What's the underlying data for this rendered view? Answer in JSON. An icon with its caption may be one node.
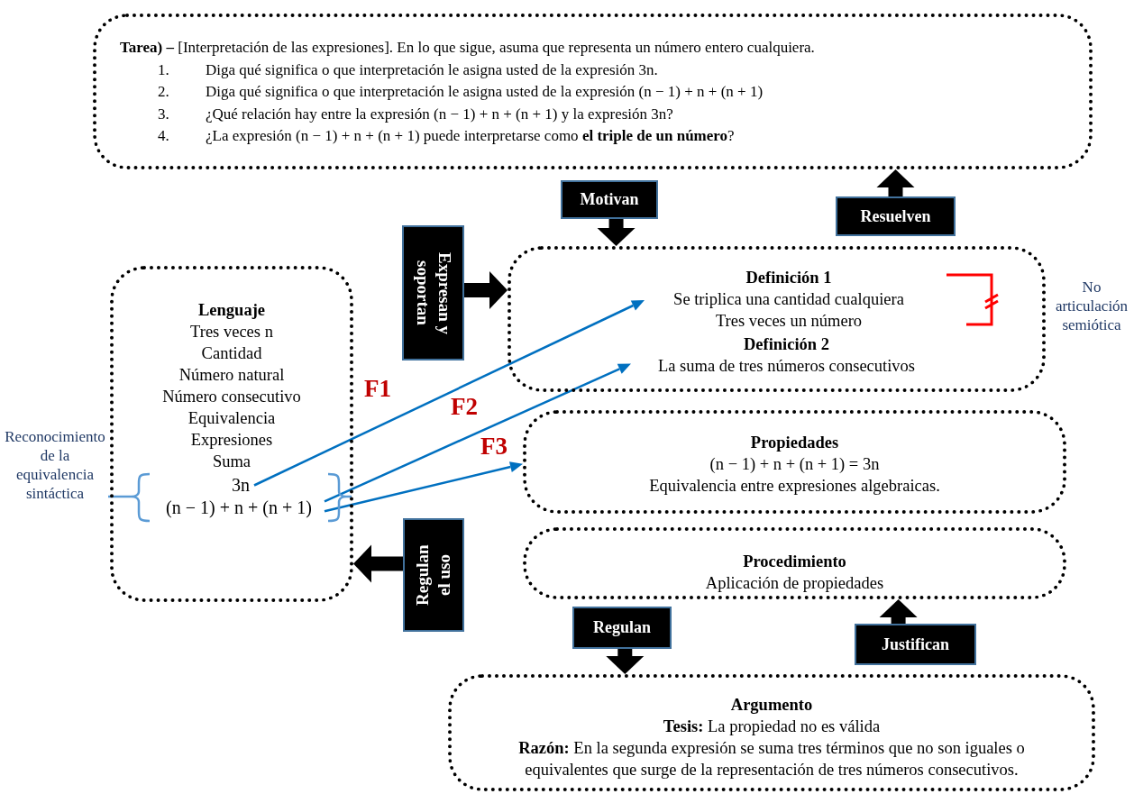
{
  "diagram": {
    "nodes": [
      {
        "text": [
          "**Tarea) –** [Interpretación de las expresiones]. En lo que sigue, asuma que representa un número entero cualquiera.",
          "1.",
          "Diga qué significa o que interpretación le asigna usted de la expresión 3n.",
          "2.",
          "Diga qué significa o que interpretación le asigna usted de la expresión (n − 1) + n + (n + 1)",
          "3.",
          "¿Qué relación hay entre la expresión (n − 1) + n + (n + 1) y la expresión 3n?",
          "4.",
          "¿La expresión (n − 1) + n + (n + 1) puede interpretarse como **el triple de un número**?"
        ]
      },
      {
        "text": [
          "Motivan"
        ]
      },
      {
        "text": [
          "Resuelven"
        ]
      },
      {
        "text": [
          "Expresan y soportan"
        ]
      },
      {
        "text": [],
        "shape": "box"
      },
      {
        "text": [
          "Definición 1",
          "Se triplica una cantidad cualquiera",
          "Tres veces un número"
        ],
        "in": 4
      },
      {
        "text": [
          "Definición 2",
          "La suma de tres números consecutivos"
        ],
        "in": 4
      },
      {
        "text": [
          "Lenguaje",
          "Tres veces n",
          "Cantidad",
          "Número natural",
          "Número consecutivo",
          "Equivalencia",
          "Expresiones",
          "Suma"
        ]
      },
      {
        "text": [
          "3n"
        ],
        "in": 7
      },
      {
        "text": [
          "(n − 1) + n + (n + 1)"
        ],
        "in": 7
      },
      {
        "text": [
          "Regulan el uso"
        ]
      },
      {
        "text": [
          "Propiedades",
          "(n − 1) + n + (n + 1) = 3n",
          "Equivalencia entre expresiones algebraicas."
        ]
      },
      {
        "text": [
          "Procedimiento",
          "Aplicación de propiedades"
        ]
      },
      {
        "text": [
          "Regulan"
        ]
      },
      {
        "text": [
          "Justifican"
        ]
      },
      {
        "text": [
          "Argumento",
          "**Tesis:** La propiedad no es válida",
          "**Razón:** En la segunda expresión se suma tres términos que no son iguales o equivalentes que surge de la representación de tres números consecutivos."
        ]
      }
    ],
    "edges": [
      {
        "from": 8,
        "to": 5,
        "arrow": "to",
        "label": "F1",
        "color": "#0070c0"
      },
      {
        "from": 9,
        "to": 6,
        "arrow": "to",
        "label": "F2",
        "color": "#0070c0"
      },
      {
        "from": 9,
        "to": 11,
        "arrow": "to",
        "label": "F3",
        "color": "#0070c0"
      },
      {
        "from": 1,
        "to": 4,
        "arrow": "to"
      },
      {
        "from": 2,
        "to": 0,
        "arrow": "to"
      },
      {
        "from": 3,
        "to": 4,
        "arrow": "to"
      },
      {
        "from": 10,
        "to": 7,
        "arrow": "to"
      },
      {
        "from": 13,
        "to": 15,
        "arrow": "to"
      },
      {
        "from": 14,
        "to": 12,
        "arrow": "to"
      }
    ],
    "labels": [
      "No articulación semiótica",
      "Reconocimiento de la equivalencia sintáctica"
    ]
  }
}
